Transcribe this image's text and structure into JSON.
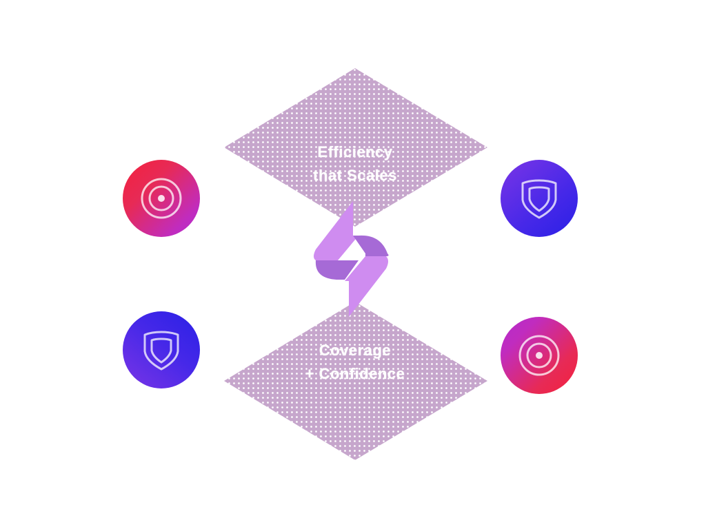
{
  "top_section": {
    "line1": "Efficiency",
    "line2": "that Scales"
  },
  "bottom_section": {
    "line1": "Coverage",
    "line2": "+ Confidence"
  },
  "center_icon": "lightning-bolt-logo-icon",
  "nodes": [
    {
      "position": "top-left",
      "icon": "target-icon",
      "colors": [
        "#f4213d",
        "#b42ccc"
      ]
    },
    {
      "position": "bottom-left",
      "icon": "shield-icon",
      "colors": [
        "#2a20e6",
        "#7a35e6"
      ]
    },
    {
      "position": "top-right",
      "icon": "shield-icon",
      "colors": [
        "#2a20e6",
        "#7a35e6"
      ]
    },
    {
      "position": "bottom-right",
      "icon": "target-icon",
      "colors": [
        "#b42ccc",
        "#f4213d"
      ]
    }
  ],
  "colors": {
    "diamond_fill": "#c6a6cc",
    "logo_light": "#cf8cf0",
    "logo_dark": "#a66ad6",
    "icon_stroke": "#ffffff"
  }
}
